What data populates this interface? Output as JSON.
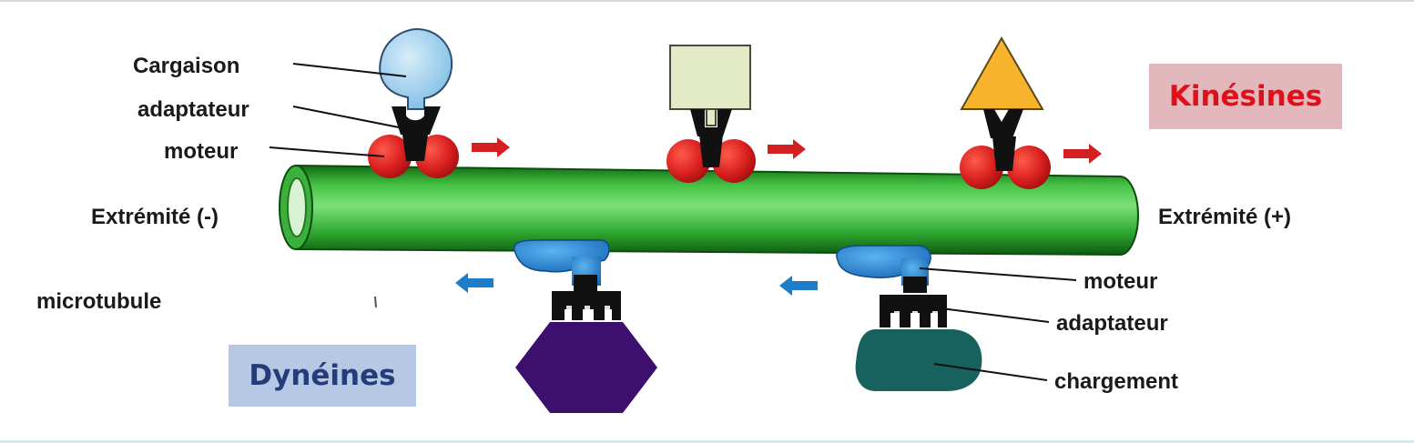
{
  "labels": {
    "cargaison": "Cargaison",
    "adaptateur_top": "adaptateur",
    "moteur_top": "moteur",
    "extremite_minus": "Extrémité (-)",
    "extremite_plus": "Extrémité (+)",
    "microtubule": "microtubule",
    "moteur_bottom": "moteur",
    "adaptateur_bottom": "adaptateur",
    "chargement": "chargement"
  },
  "badges": {
    "kinesines": "Kinésines",
    "dyneines": "Dynéines"
  },
  "colors": {
    "microtubule": "#2fa82f",
    "kinesin_motor": "#d81f1f",
    "dynein_motor": "#1d7fd0",
    "kinesin_arrow": "#d42020",
    "dynein_arrow": "#1e7dc8",
    "cargo_round": "#a9d4ef",
    "cargo_square": "#e2ebc6",
    "cargo_triangle": "#f7b32b",
    "cargo_hexagon": "#3d0f6e",
    "cargo_blob": "#17625e",
    "kinesines_badge_bg": "#e3b8bd",
    "kinesines_badge_text": "#e0101a",
    "dyneines_badge_bg": "#b6c8e3",
    "dyneines_badge_text": "#243d7a"
  }
}
